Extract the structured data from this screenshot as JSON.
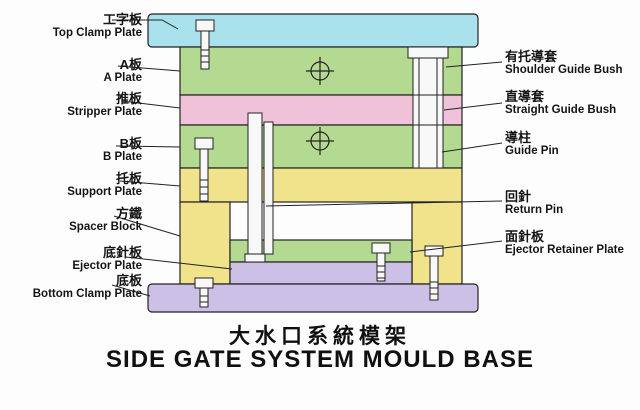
{
  "title": {
    "cn": "大水口系統模架",
    "en": "SIDE GATE SYSTEM MOULD BASE"
  },
  "left_labels": [
    {
      "cn": "工字板",
      "en": "Top Clamp Plate"
    },
    {
      "cn": "A板",
      "en": "A Plate"
    },
    {
      "cn": "推板",
      "en": "Stripper Plate"
    },
    {
      "cn": "B板",
      "en": "B Plate"
    },
    {
      "cn": "托板",
      "en": "Support Plate"
    },
    {
      "cn": "方鐵",
      "en": "Spacer Block"
    },
    {
      "cn": "底針板",
      "en": "Ejector Plate"
    },
    {
      "cn": "底板",
      "en": "Bottom Clamp Plate"
    }
  ],
  "right_labels": [
    {
      "cn": "有托導套",
      "en": "Shoulder Guide Bush"
    },
    {
      "cn": "直導套",
      "en": "Straight Guide Bush"
    },
    {
      "cn": "導柱",
      "en": "Guide Pin"
    },
    {
      "cn": "回針",
      "en": "Return Pin"
    },
    {
      "cn": "面針板",
      "en": "Ejector Retainer Plate"
    }
  ],
  "colors": {
    "top_clamp_plate": "#a9e1ed",
    "a_plate": "#b4da92",
    "stripper_plate": "#efc2d9",
    "b_plate": "#b4da92",
    "support_plate": "#f1e28c",
    "spacer_block": "#f1e28c",
    "ejector_retainer_plate": "#b4da92",
    "ejector_plate": "#ccc0e7",
    "bottom_clamp_plate": "#ccc0e7",
    "metal_part": "#f8f8f8",
    "outline": "#222222"
  }
}
